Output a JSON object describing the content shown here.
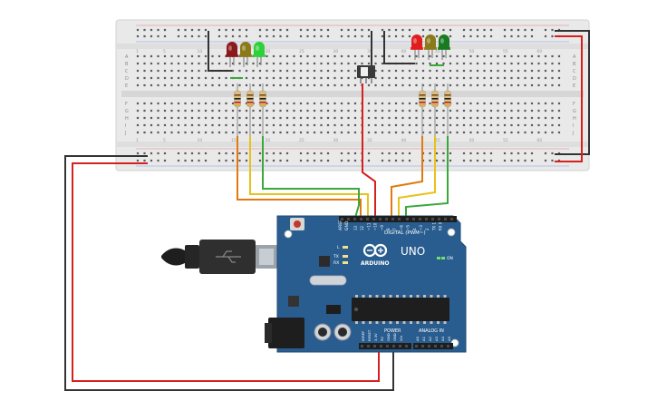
{
  "breadboard": {
    "row_letters_top": [
      "A",
      "B",
      "C",
      "D",
      "E"
    ],
    "row_letters_bottom": [
      "F",
      "G",
      "H",
      "I",
      "J"
    ],
    "column_numbers": [
      "1",
      "5",
      "10",
      "15",
      "20",
      "25",
      "30",
      "35",
      "40",
      "45",
      "50",
      "55",
      "60"
    ]
  },
  "leds_left": [
    {
      "color": "#8b1a1a"
    },
    {
      "color": "#8a7a1a"
    },
    {
      "color": "#2ed13a"
    }
  ],
  "leds_right": [
    {
      "color": "#e01e1e"
    },
    {
      "color": "#8a7a1a"
    },
    {
      "color": "#1a7a22"
    }
  ],
  "wire_colors": {
    "red": "#d62020",
    "black": "#333333",
    "orange": "#e07a10",
    "yellow": "#e8c21a",
    "green": "#3aa83a"
  },
  "arduino": {
    "brand": "ARDUINO",
    "model": "UNO",
    "digital_label": "DIGITAL (PWM~)",
    "power_label": "POWER",
    "analog_label": "ANALOG IN",
    "on_label": "ON",
    "tx_label": "TX",
    "rx_label": "RX",
    "l_label": "L",
    "aref_label": "AREF",
    "gnd_label": "GND",
    "digital_pins": [
      "13",
      "12",
      "~11",
      "~10",
      "~9",
      "8",
      "7",
      "~6",
      "~5",
      "4",
      "~3",
      "2",
      "TX 1",
      "RX 0"
    ],
    "power_pins": [
      "IOREF",
      "RESET",
      "3.3V",
      "5V",
      "GND",
      "GND",
      "Vin"
    ],
    "analog_pins": [
      "A0",
      "A1",
      "A2",
      "A3",
      "A4",
      "A5"
    ],
    "board_color": "#2a5d8f"
  }
}
